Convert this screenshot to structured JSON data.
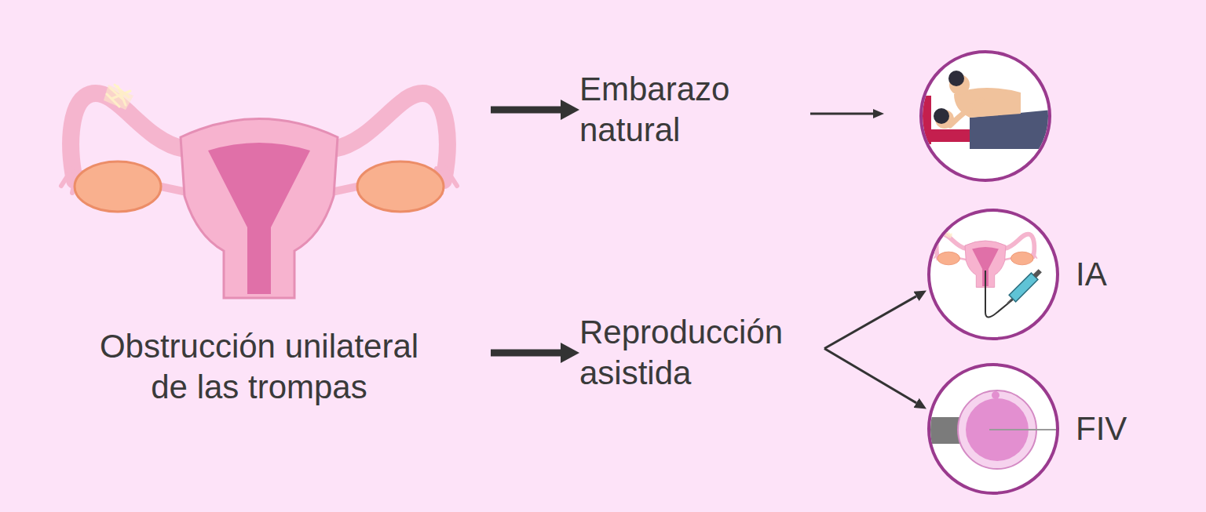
{
  "diagram": {
    "nodes": [
      {
        "text": [
          "Obstrucción unilateral de las trompas"
        ]
      },
      {
        "text": [
          "Embarazo natural"
        ]
      },
      {
        "text": [
          "Reproducción asistida"
        ]
      },
      {
        "text": [
          "IA"
        ]
      },
      {
        "text": [
          "FIV"
        ]
      }
    ],
    "edges": [
      {
        "from": 0,
        "to": 1,
        "arrow": "to"
      },
      {
        "from": 0,
        "to": 2,
        "arrow": "to"
      },
      {
        "from": 2,
        "to": 3,
        "arrow": "to"
      },
      {
        "from": 2,
        "to": 4,
        "arrow": "to"
      }
    ]
  }
}
